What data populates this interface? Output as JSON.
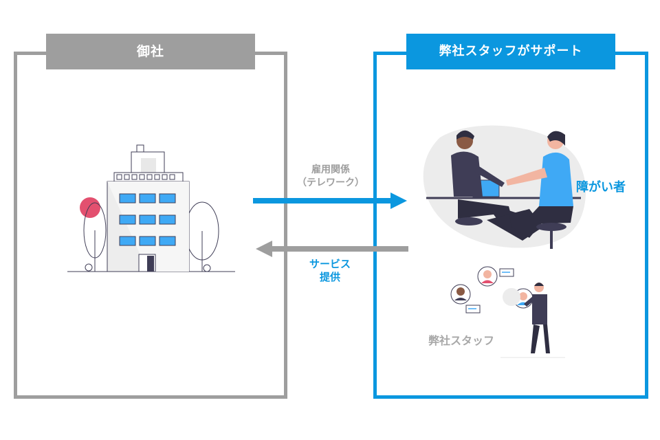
{
  "left_panel": {
    "title": "御社"
  },
  "right_panel": {
    "title": "弊社スタッフがサポート"
  },
  "arrows": {
    "employment_label_line1": "雇用関係",
    "employment_label_line2": "（テレワーク）",
    "service_label_line1": "サービス",
    "service_label_line2": "提供"
  },
  "labels": {
    "disabled_person": "障がい者",
    "staff": "弊社スタッフ"
  },
  "colors": {
    "gray": "#9e9e9e",
    "blue": "#0b97df",
    "accent_pink": "#e3506f",
    "dark_figure": "#3f3d56",
    "window_blue": "#3fa9f5"
  }
}
